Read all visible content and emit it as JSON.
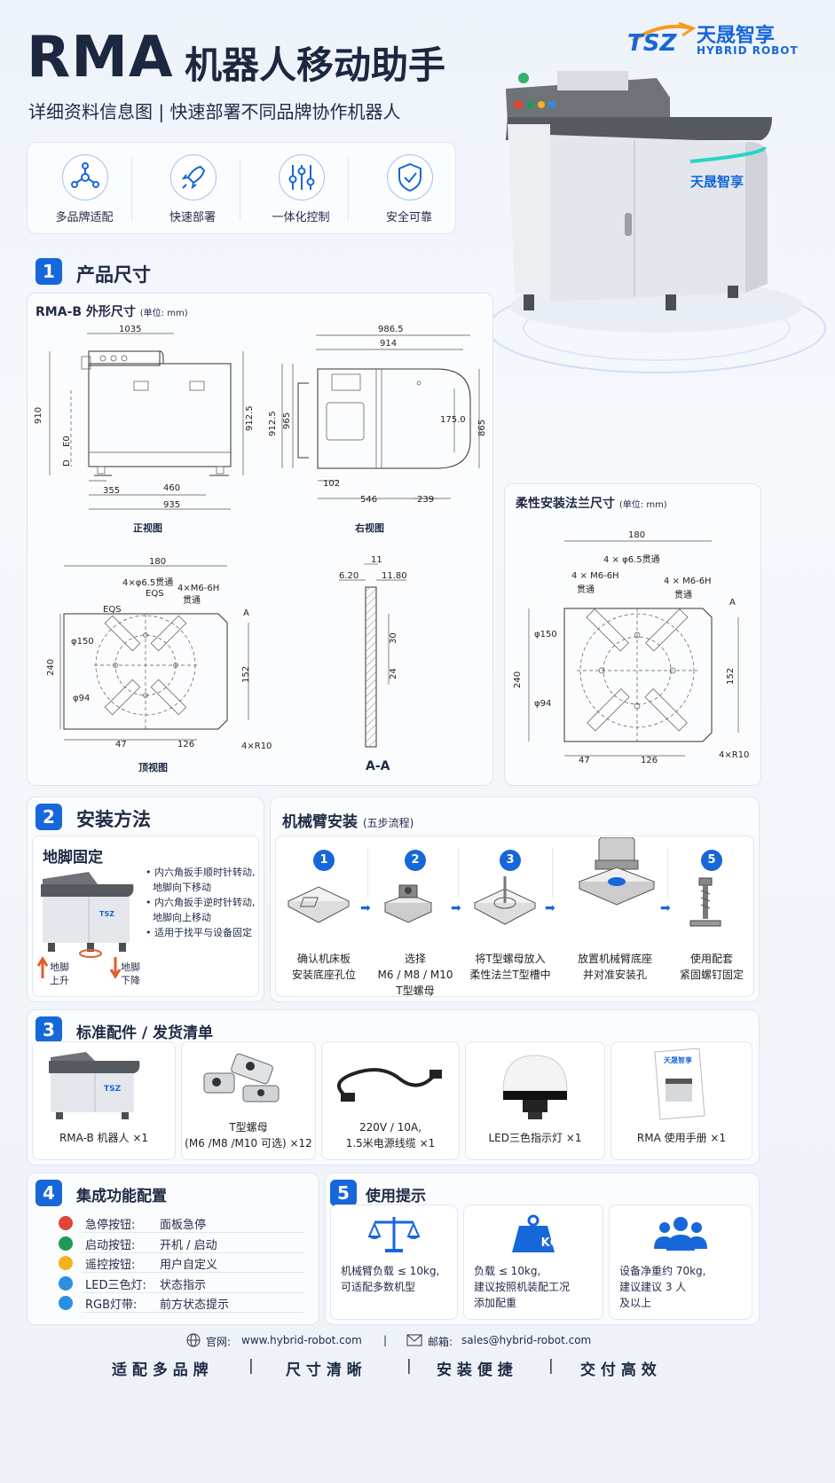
{
  "brand": {
    "logo_text": "TSZ",
    "name_cn": "天晟智享",
    "name_en": "HYBRID ROBOT",
    "robot_label": "天晟智享"
  },
  "header": {
    "title_en": "RMA",
    "title_cn": "机器人移动助手",
    "subtitle": "详细资料信息图 | 快速部署不同品牌协作机器人"
  },
  "features": [
    {
      "icon": "nodes-icon",
      "label": "多品牌适配"
    },
    {
      "icon": "rocket-icon",
      "label": "快速部署"
    },
    {
      "icon": "sliders-icon",
      "label": "一体化控制"
    },
    {
      "icon": "shield-icon",
      "label": "安全可靠"
    }
  ],
  "sec1": {
    "num": "1",
    "title": "产品尺寸",
    "sub_title": "RMA-B 外形尺寸",
    "sub_unit": "(单位: mm)",
    "flange_title": "柔性安装法兰尺寸",
    "flange_unit": "(单位: mm)"
  },
  "front_view": {
    "caption": "正视图",
    "d_top": "1035",
    "d_h": "910",
    "d_h2": "912.5",
    "d_355": "355",
    "d_460": "460",
    "d_935": "935",
    "d_ex1": "E0",
    "d_ex2": "D"
  },
  "right_view": {
    "caption": "右视图",
    "d_986": "986.5",
    "d_914": "914",
    "d_912": "912.5",
    "d_965": "965",
    "d_175": "175.0",
    "d_865": "865",
    "d_102": "102",
    "d_546": "546",
    "d_239": "239"
  },
  "top_view": {
    "caption": "顶视图",
    "d_180": "180",
    "d_holes": "4×φ6.5贯通",
    "d_eqs": "EQS",
    "d_m6": "4×M6-6H",
    "d_through": "贯通",
    "d_150": "φ150",
    "d_240": "240",
    "d_152": "152",
    "d_94": "φ94",
    "d_47": "47",
    "d_126": "126",
    "d_r10": "4×R10",
    "d_a": "A"
  },
  "section_view": {
    "caption": "A-A",
    "d_11": "11",
    "d_620": "6.20",
    "d_1180": "11.80",
    "d_30": "30",
    "d_24": "24"
  },
  "flange": {
    "d_180": "180",
    "d_holes": "4 × φ6.5贯通",
    "d_m6l": "4 × M6-6H",
    "d_thl": "贯通",
    "d_m6r": "4 × M6-6H",
    "d_thr": "贯通",
    "d_150": "φ150",
    "d_240": "240",
    "d_152": "152",
    "d_94": "φ94",
    "d_47": "47",
    "d_126": "126",
    "d_r10": "4×R10",
    "d_a": "A"
  },
  "sec2": {
    "num": "2",
    "title": "安装方法",
    "foot_title": "地脚固定",
    "bullets": [
      "内六角扳手顺时针转动,",
      "地脚向下移动",
      "内六角扳手逆时针转动,",
      "地脚向上移动",
      "适用于找平与设备固定"
    ],
    "up_label1": "地脚",
    "up_label2": "上升",
    "down_label1": "地脚",
    "down_label2": "下降"
  },
  "arm": {
    "title": "机械臂安装",
    "sub": "(五步流程)",
    "steps": [
      {
        "n": "1",
        "l1": "确认机床板",
        "l2": "安装底座孔位",
        "l3": ""
      },
      {
        "n": "2",
        "l1": "选择",
        "l2": "M6 / M8 / M10",
        "l3": "T型螺母"
      },
      {
        "n": "3",
        "l1": "将T型螺母放入",
        "l2": "柔性法兰T型槽中",
        "l3": ""
      },
      {
        "n": "4",
        "l1": "放置机械臂底座",
        "l2": "并对准安装孔",
        "l3": ""
      },
      {
        "n": "5",
        "l1": "使用配套",
        "l2": "紧固螺钉固定",
        "l3": ""
      }
    ]
  },
  "sec3": {
    "num": "3",
    "title": "标准配件 / 发货清单",
    "items": [
      {
        "l1": "RMA-B 机器人 ×1",
        "l2": ""
      },
      {
        "l1": "T型螺母",
        "l2": "(M6 /M8 /M10 可选) ×12"
      },
      {
        "l1": "220V / 10A,",
        "l2": "1.5米电源线缆 ×1"
      },
      {
        "l1": "LED三色指示灯 ×1",
        "l2": ""
      },
      {
        "l1": "RMA 使用手册 ×1",
        "l2": ""
      }
    ],
    "manual_brand": "天晟智享"
  },
  "sec4": {
    "num": "4",
    "title": "集成功能配置",
    "rows": [
      {
        "k": "急停按钮:",
        "v": "面板急停",
        "color": "#e0443a"
      },
      {
        "k": "启动按钮:",
        "v": "开机 / 启动",
        "color": "#1f9a55"
      },
      {
        "k": "遥控按钮:",
        "v": "用户自定义",
        "color": "#f2b21c"
      },
      {
        "k": "LED三色灯:",
        "v": "状态指示",
        "color": "#2b8fe0"
      },
      {
        "k": "RGB灯带:",
        "v": "前方状态提示",
        "color": "#2b8fe0"
      }
    ]
  },
  "sec5": {
    "num": "5",
    "title": "使用提示",
    "kg": "KG",
    "tips": [
      {
        "icon": "scale-icon",
        "l1": "机械臂负载 ≤ 10kg,",
        "l2": "可适配多数机型",
        "l3": ""
      },
      {
        "icon": "weight-icon",
        "l1": "负载 ≤ 10kg,",
        "l2": "建议按照机装配工况",
        "l3": "添加配重"
      },
      {
        "icon": "people-icon",
        "l1": "设备净重约 70kg,",
        "l2": "建议建议 3 人",
        "l3": "及以上"
      }
    ]
  },
  "contact": {
    "web_label": "官网:",
    "web": "www.hybrid-robot.com",
    "sep": "|",
    "mail_label": "邮箱:",
    "mail": "sales@hybrid-robot.com"
  },
  "footer": {
    "items": [
      "适 配 多 品 牌",
      "尺 寸 清 晰",
      "安 装 便 捷",
      "交 付 高 效"
    ],
    "sep": "|"
  },
  "colors": {
    "accent": "#1667d9",
    "dark": "#1f2a44",
    "footer_bg": "#eef2f8"
  }
}
